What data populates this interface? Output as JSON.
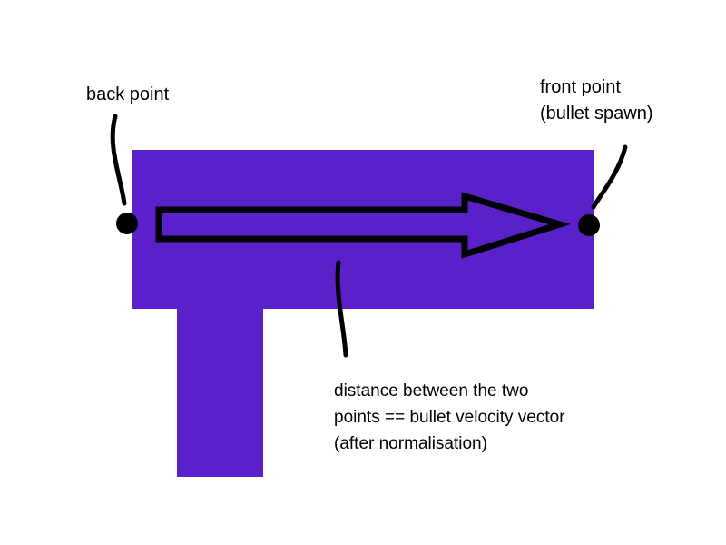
{
  "diagram": {
    "back_point_label": "back point",
    "front_point": {
      "line1": "front point",
      "line2": "(bullet spawn)"
    },
    "distance_note": {
      "line1": "distance between the two",
      "line2": "points == bullet velocity vector",
      "line3": "(after normalisation)"
    },
    "colors": {
      "gun": "#5a21cb",
      "ink": "#000000",
      "background": "#ffffff"
    }
  }
}
